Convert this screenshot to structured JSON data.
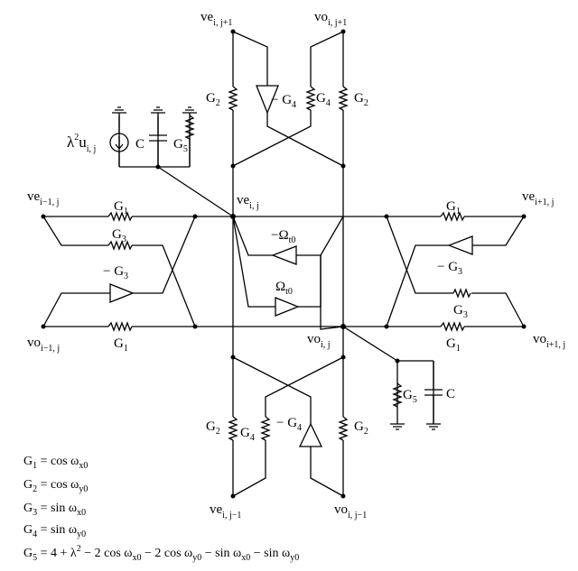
{
  "nodes": {
    "ve_ij1_top": {
      "main": "ve",
      "sub": "i, j+1"
    },
    "vo_ij1_top": {
      "main": "vo",
      "sub": "i, j+1"
    },
    "ve_i1j_left": {
      "main": "ve",
      "sub": "i−1, j"
    },
    "ve_ij_center": {
      "main": "ve",
      "sub": "i, j"
    },
    "ve_i1j_right": {
      "main": "ve",
      "sub": "i+1, j"
    },
    "vo_i1j_left": {
      "main": "vo",
      "sub": "i−1, j"
    },
    "vo_ij_center": {
      "main": "vo",
      "sub": "i, j"
    },
    "vo_i1j_right": {
      "main": "vo",
      "sub": "i+1, j"
    },
    "ve_ijm1_bottom": {
      "main": "ve",
      "sub": "i, j−1"
    },
    "vo_ijm1_bottom": {
      "main": "vo",
      "sub": "i, j−1"
    }
  },
  "components": {
    "g1": {
      "main": "G",
      "sub": "1"
    },
    "g2": {
      "main": "G",
      "sub": "2"
    },
    "g3": {
      "main": "G",
      "sub": "3"
    },
    "g4": {
      "main": "G",
      "sub": "4"
    },
    "g5": {
      "main": "G",
      "sub": "5"
    },
    "neg_g3": {
      "main": "− G",
      "sub": "3"
    },
    "neg_g4": {
      "main": "− G",
      "sub": "4"
    },
    "neg_omega": {
      "main": "−Ω",
      "sub": "t0"
    },
    "omega": {
      "main": "Ω",
      "sub": "t0"
    },
    "cap": "C",
    "source": {
      "lambda": "λ",
      "power": "2",
      "u": "u",
      "sub": "i, j"
    }
  },
  "equations": [
    {
      "lhs": "G",
      "lhs_sub": "1",
      "rhs": " = cos ω",
      "rhs_sub": "x0"
    },
    {
      "lhs": "G",
      "lhs_sub": "2",
      "rhs": " = cos ω",
      "rhs_sub": "y0"
    },
    {
      "lhs": "G",
      "lhs_sub": "3",
      "rhs": " = sin ω",
      "rhs_sub": "x0"
    },
    {
      "lhs": "G",
      "lhs_sub": "4",
      "rhs": " = sin ω",
      "rhs_sub": "y0"
    }
  ],
  "g5_equation": {
    "lhs": "G",
    "lhs_sub": "5",
    "p1": " = 4 + λ",
    "sup": "2",
    "p2": " − 2 cos ω",
    "s2": "x0",
    "p3": " − 2 cos ω",
    "s3": "y0",
    "p4": " − sin ω",
    "s4": "x0",
    "p5": " − sin ω",
    "s5": "y0"
  }
}
